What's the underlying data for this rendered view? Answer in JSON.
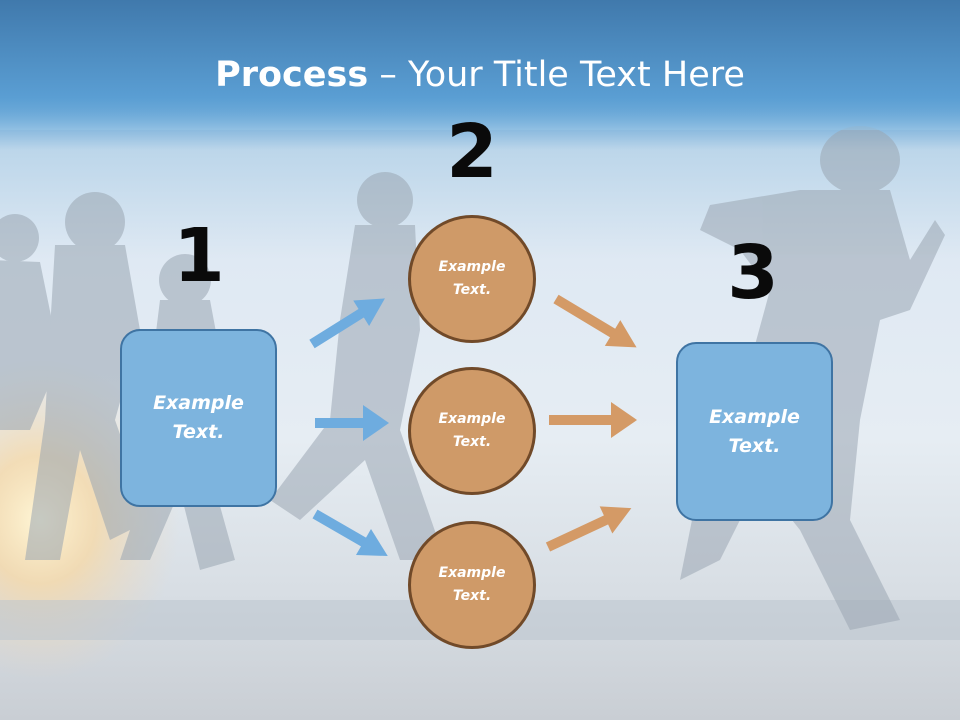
{
  "title": {
    "bold": "Process",
    "dash": "–",
    "rest": "Your Title Text Here"
  },
  "steps": [
    {
      "number": "1",
      "text": "Example Text."
    },
    {
      "number": "2",
      "items": [
        "Example Text.",
        "Example Text.",
        "Example Text."
      ]
    },
    {
      "number": "3",
      "text": "Example Text."
    }
  ],
  "colors": {
    "header": "#4a88c0",
    "box_fill": "#7db4de",
    "box_border": "#3f74a3",
    "circle_fill": "#cf9a68",
    "circle_border": "#714a29",
    "arrow_blue": "#6eacdf",
    "arrow_orange": "#d49a66"
  }
}
